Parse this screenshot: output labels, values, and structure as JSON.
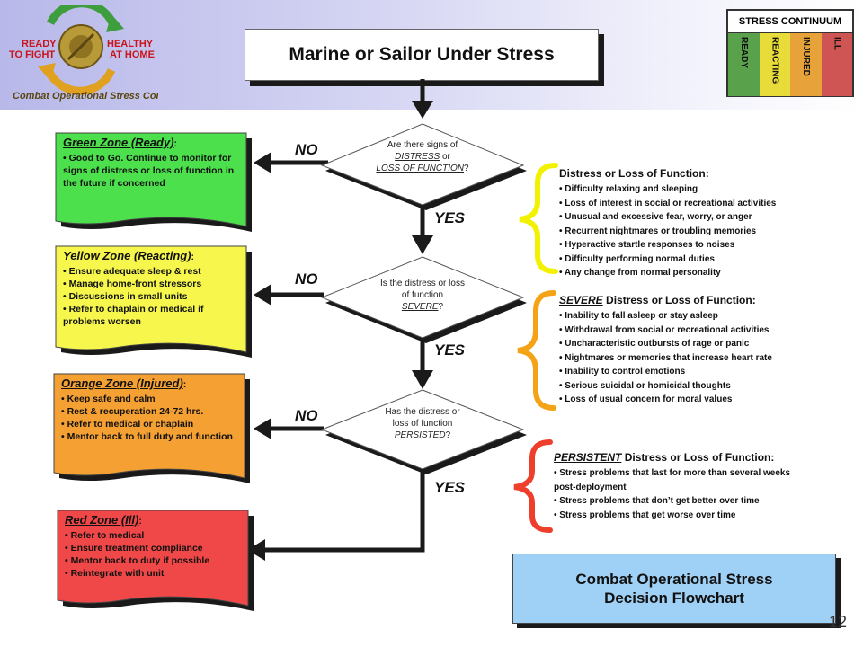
{
  "logo": {
    "left_text": [
      "READY",
      "TO FIGHT"
    ],
    "right_text": [
      "HEALTHY",
      "AT HOME"
    ],
    "bottom_text": "Combat Operational Stress Control"
  },
  "title": "Marine or Sailor Under Stress",
  "continuum": {
    "title": "STRESS CONTINUUM",
    "columns": [
      {
        "label": "READY",
        "color": "#59a24b"
      },
      {
        "label": "REACTING",
        "color": "#e8dc3a"
      },
      {
        "label": "INJURED",
        "color": "#e8a23a"
      },
      {
        "label": "ILL",
        "color": "#cf5454"
      }
    ]
  },
  "decisions": [
    {
      "pre": "Are there signs of",
      "em": [
        "DISTRESS",
        "LOSS OF FUNCTION"
      ],
      "mid": " or ",
      "post": "?"
    },
    {
      "pre": "Is the distress or loss of function",
      "em": [
        "SEVERE"
      ],
      "post": "?"
    },
    {
      "pre": "Has the distress or loss of function",
      "em": [
        "PERSISTED"
      ],
      "post": "?"
    }
  ],
  "labels": {
    "no": "NO",
    "yes": "YES"
  },
  "zones": [
    {
      "title": "Green Zone (Ready)",
      "color": "#4ce04c",
      "items": [
        "Good to Go. Continue to monitor for signs of distress or loss of function in the future if concerned"
      ]
    },
    {
      "title": "Yellow Zone (Reacting)",
      "color": "#f6f64c",
      "items": [
        "Ensure adequate sleep & rest",
        "Manage home-front stressors",
        "Discussions in small units",
        "Refer to chaplain or medical if problems worsen"
      ]
    },
    {
      "title": "Orange Zone (Injured)",
      "color": "#f5a033",
      "items": [
        "Keep safe and calm",
        "Rest & recuperation 24-72 hrs.",
        "Refer to medical or chaplain",
        "Mentor back to full duty and function"
      ]
    },
    {
      "title": "Red Zone (Ill)",
      "color": "#f04848",
      "items": [
        "Refer to medical",
        "Ensure treatment compliance",
        "Mentor back to duty if possible",
        "Reintegrate with unit"
      ]
    }
  ],
  "symptoms": [
    {
      "title_em": "",
      "title": "Distress or Loss of Function",
      "brace_color": "#f2f200",
      "items": [
        "Difficulty relaxing and sleeping",
        "Loss of interest in social or recreational activities",
        "Unusual and excessive fear, worry, or anger",
        "Recurrent nightmares or troubling memories",
        "Hyperactive startle responses to noises",
        "Difficulty performing normal duties",
        "Any change from normal personality"
      ]
    },
    {
      "title_em": "SEVERE",
      "title": " Distress or Loss of Function",
      "brace_color": "#f5a316",
      "items": [
        "Inability to fall asleep or stay asleep",
        "Withdrawal from social or recreational activities",
        "Uncharacteristic outbursts of rage or panic",
        "Nightmares or memories that increase heart rate",
        "Inability to control emotions",
        "Serious suicidal or homicidal thoughts",
        "Loss of usual concern for moral values"
      ]
    },
    {
      "title_em": "PERSISTENT",
      "title": " Distress or Loss of Function",
      "brace_color": "#ee3f2c",
      "items": [
        "Stress problems that last for more than several weeks post-deployment",
        "Stress problems that don’t get better over time",
        "Stress problems that get worse over time"
      ]
    }
  ],
  "footer": [
    "Combat Operational Stress",
    "Decision Flowchart"
  ],
  "page_number": "12"
}
